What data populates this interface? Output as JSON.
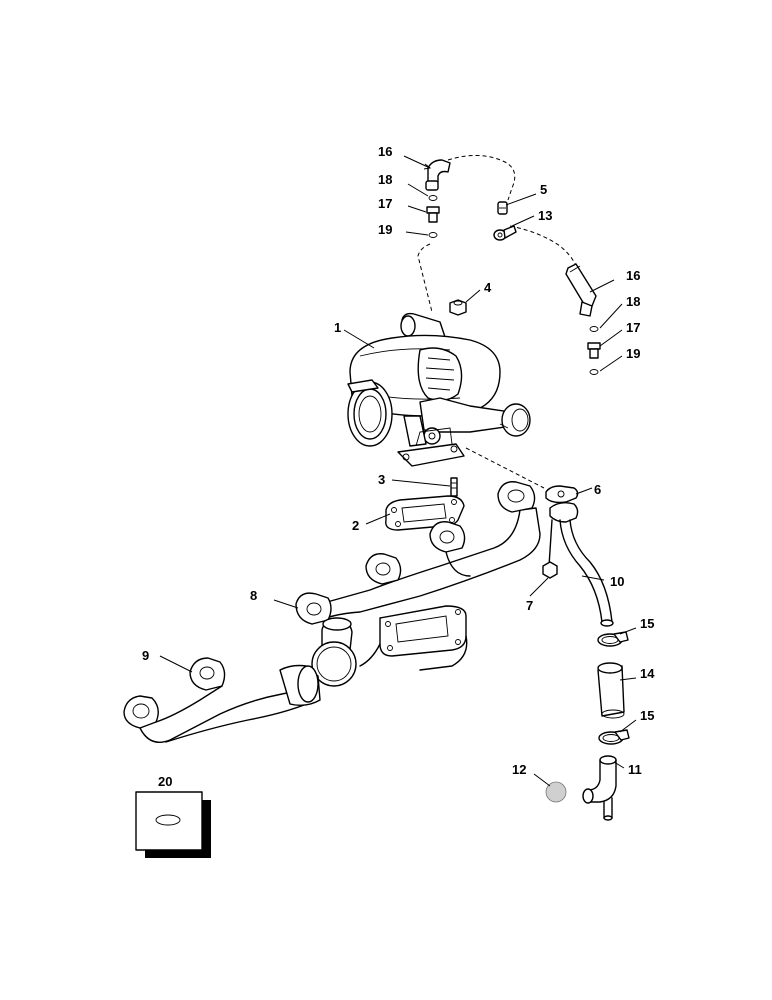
{
  "callouts": [
    {
      "id": "1",
      "text": "1"
    },
    {
      "id": "2",
      "text": "2"
    },
    {
      "id": "3",
      "text": "3"
    },
    {
      "id": "4",
      "text": "4"
    },
    {
      "id": "5",
      "text": "5"
    },
    {
      "id": "6",
      "text": "6"
    },
    {
      "id": "7",
      "text": "7"
    },
    {
      "id": "8",
      "text": "8"
    },
    {
      "id": "9",
      "text": "9"
    },
    {
      "id": "10",
      "text": "10"
    },
    {
      "id": "11",
      "text": "11"
    },
    {
      "id": "12",
      "text": "12"
    },
    {
      "id": "13",
      "text": "13"
    },
    {
      "id": "14",
      "text": "14"
    },
    {
      "id": "15a",
      "text": "15"
    },
    {
      "id": "15b",
      "text": "15"
    },
    {
      "id": "16a",
      "text": "16"
    },
    {
      "id": "16b",
      "text": "16"
    },
    {
      "id": "17a",
      "text": "17"
    },
    {
      "id": "17b",
      "text": "17"
    },
    {
      "id": "18a",
      "text": "18"
    },
    {
      "id": "18b",
      "text": "18"
    },
    {
      "id": "19a",
      "text": "19"
    },
    {
      "id": "19b",
      "text": "19"
    },
    {
      "id": "20",
      "text": "20"
    }
  ],
  "colors": {
    "line": "#000000",
    "background": "#ffffff",
    "ball": "#d0d0d0"
  }
}
